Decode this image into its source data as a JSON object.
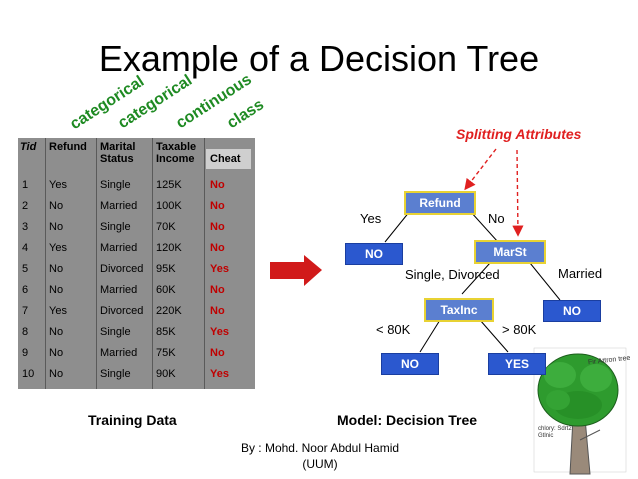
{
  "title": "Example of a Decision Tree",
  "column_types": [
    "categorical",
    "categorical",
    "continuous",
    "class"
  ],
  "table": {
    "headers": [
      {
        "line1": "Tid",
        "line2": ""
      },
      {
        "line1": "Refund",
        "line2": ""
      },
      {
        "line1": "Marital",
        "line2": "Status"
      },
      {
        "line1": "Taxable",
        "line2": "Income"
      },
      {
        "line1": "Cheat",
        "line2": ""
      }
    ],
    "rows": [
      [
        "1",
        "Yes",
        "Single",
        "125K",
        "No"
      ],
      [
        "2",
        "No",
        "Married",
        "100K",
        "No"
      ],
      [
        "3",
        "No",
        "Single",
        "70K",
        "No"
      ],
      [
        "4",
        "Yes",
        "Married",
        "120K",
        "No"
      ],
      [
        "5",
        "No",
        "Divorced",
        "95K",
        "Yes"
      ],
      [
        "6",
        "No",
        "Married",
        "60K",
        "No"
      ],
      [
        "7",
        "Yes",
        "Divorced",
        "220K",
        "No"
      ],
      [
        "8",
        "No",
        "Single",
        "85K",
        "Yes"
      ],
      [
        "9",
        "No",
        "Married",
        "75K",
        "No"
      ],
      [
        "10",
        "No",
        "Single",
        "90K",
        "Yes"
      ]
    ]
  },
  "splitting_attributes_label": "Splitting Attributes",
  "tree": {
    "root": "Refund",
    "root_left_edge": "Yes",
    "root_right_edge": "No",
    "leaf_no_1": "NO",
    "marst": "MarSt",
    "marst_left_edge": "Single, Divorced",
    "marst_right_edge": "Married",
    "taxinc": "TaxInc",
    "leaf_no_2": "NO",
    "taxinc_left_edge": "< 80K",
    "taxinc_right_edge": "> 80K",
    "leaf_no_3": "NO",
    "leaf_yes": "YES"
  },
  "captions": {
    "training": "Training Data",
    "model": "Model:  Decision Tree"
  },
  "author": {
    "line1": "By : Mohd. Noor Abdul Hamid",
    "line2": "(UUM)"
  },
  "tree_drawing": {
    "caption": "Fir  Attron  tree",
    "note": "chlory: Sdrt2 Gtlnic"
  },
  "colors": {
    "category_green": "#1e8a22",
    "arrow_red": "#d11a1a",
    "node_blue": "#2b58cf",
    "node_border_yellow": "#e8d233",
    "split_red": "#e02020",
    "table_gray": "#8e8e8e"
  }
}
